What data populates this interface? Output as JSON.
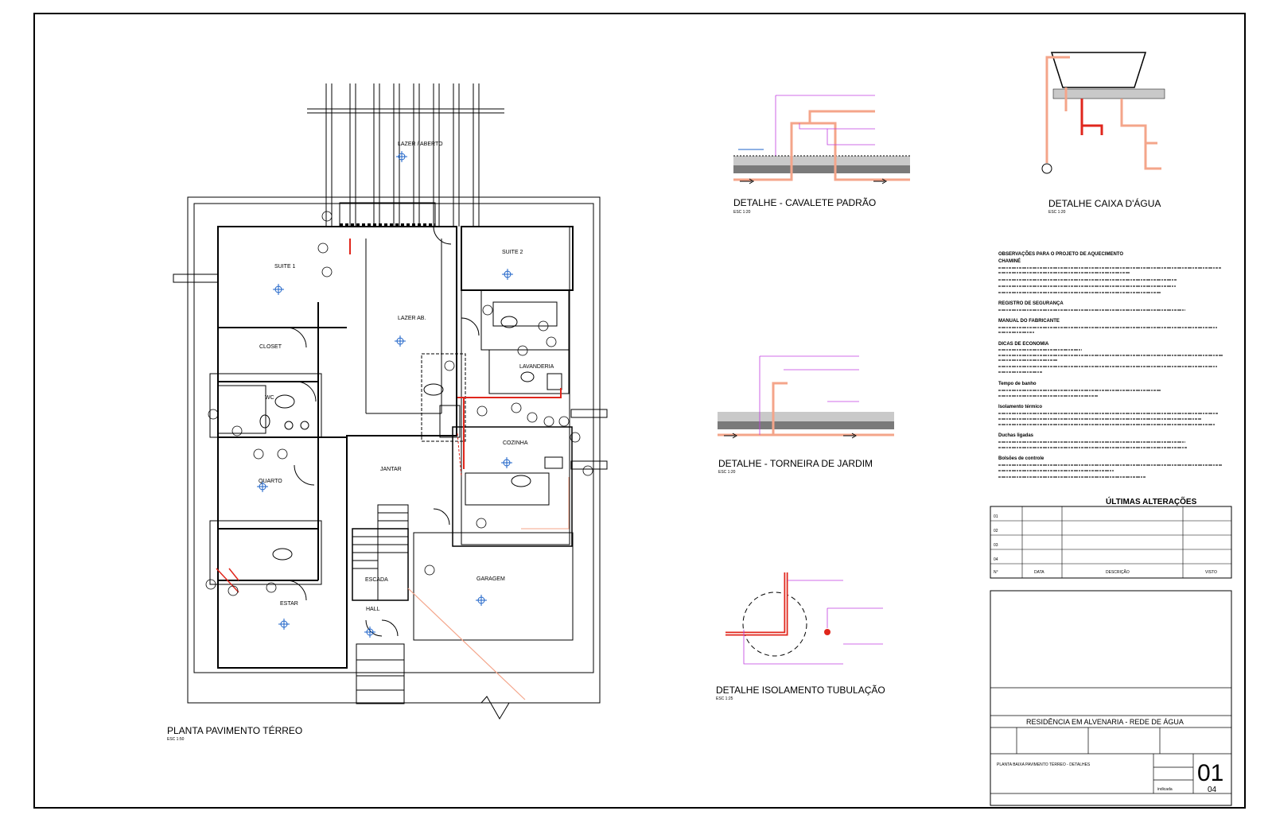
{
  "floor_plan": {
    "title": "PLANTA PAVIMENTO TÉRREO",
    "scale": "ESC 1:50",
    "rooms": [
      {
        "name": "LAZER / ABERTO"
      },
      {
        "name": "SUITE 1"
      },
      {
        "name": "SUITE 2"
      },
      {
        "name": "CLOSET"
      },
      {
        "name": "WC"
      },
      {
        "name": "QUARTO"
      },
      {
        "name": "JANTAR"
      },
      {
        "name": "COZINHA"
      },
      {
        "name": "LAVANDERIA"
      },
      {
        "name": "ESCADA"
      },
      {
        "name": "ESTAR"
      },
      {
        "name": "HALL"
      },
      {
        "name": "GARAGEM"
      },
      {
        "name": "LAZER AB."
      }
    ]
  },
  "details": {
    "cavalete": {
      "title": "DETALHE - CAVALETE PADRÃO",
      "scale": "ESC 1:20"
    },
    "caixa": {
      "title": "DETALHE CAIXA D'ÁGUA",
      "scale": "ESC 1:20"
    },
    "torneira": {
      "title": "DETALHE - TORNEIRA DE JARDIM",
      "scale": "ESC 1:20"
    },
    "isolamento": {
      "title": "DETALHE ISOLAMENTO TUBULAÇÃO",
      "scale": "ESC 1:25"
    }
  },
  "notes": {
    "heading": "OBSERVAÇÕES PARA O PROJETO DE AQUECIMENTO",
    "sections": [
      {
        "title": "CHAMINÉ"
      },
      {
        "title": "REGISTRO DE SEGURANÇA"
      },
      {
        "title": "MANUAL DO FABRICANTE"
      },
      {
        "title": "DICAS DE ECONOMIA"
      },
      {
        "title": "Tempo de banho"
      },
      {
        "title": "Isolamento térmico"
      },
      {
        "title": "Duchas ligadas"
      },
      {
        "title": "Bolsões de controle"
      }
    ]
  },
  "revisions": {
    "heading": "ÚLTIMAS ALTERAÇÕES",
    "rows": [
      "01",
      "02",
      "03",
      "04"
    ],
    "footer": {
      "no": "N°",
      "date": "DATA",
      "desc": "DESCRIÇÃO",
      "visto": "VISTO"
    }
  },
  "title_block": {
    "project": "RESIDÊNCIA EM ALVENARIA - REDE DE ÁGUA",
    "drawing": "PLANTA BAIXA PAVIMENTO TÉRREO - DETALHES",
    "sheet_number": "01",
    "sheet_total": "04",
    "scale_label": "indicada"
  }
}
